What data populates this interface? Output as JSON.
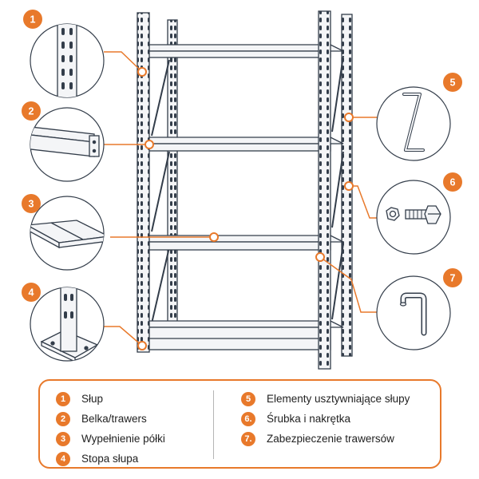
{
  "colors": {
    "accent": "#e8792b",
    "line": "#333d4a",
    "metal": "#f4f5f7"
  },
  "callouts": [
    {
      "id": "1",
      "icon": "upright-post-icon"
    },
    {
      "id": "2",
      "icon": "beam-icon"
    },
    {
      "id": "3",
      "icon": "shelf-board-icon"
    },
    {
      "id": "4",
      "icon": "post-foot-icon"
    },
    {
      "id": "5",
      "icon": "bracing-icon"
    },
    {
      "id": "6",
      "icon": "bolt-and-nut-icon"
    },
    {
      "id": "7",
      "icon": "beam-lock-pin-icon"
    }
  ],
  "legend": {
    "left": [
      {
        "num": "1",
        "label": "Słup"
      },
      {
        "num": "2",
        "label": "Belka/trawers"
      },
      {
        "num": "3",
        "label": "Wypełnienie półki"
      },
      {
        "num": "4",
        "label": "Stopa słupa"
      }
    ],
    "right": [
      {
        "num": "5",
        "label": "Elementy usztywniające słupy"
      },
      {
        "num": "6.",
        "label": "Śrubka i nakrętka"
      },
      {
        "num": "7.",
        "label": "Zabezpieczenie trawersów"
      }
    ]
  }
}
